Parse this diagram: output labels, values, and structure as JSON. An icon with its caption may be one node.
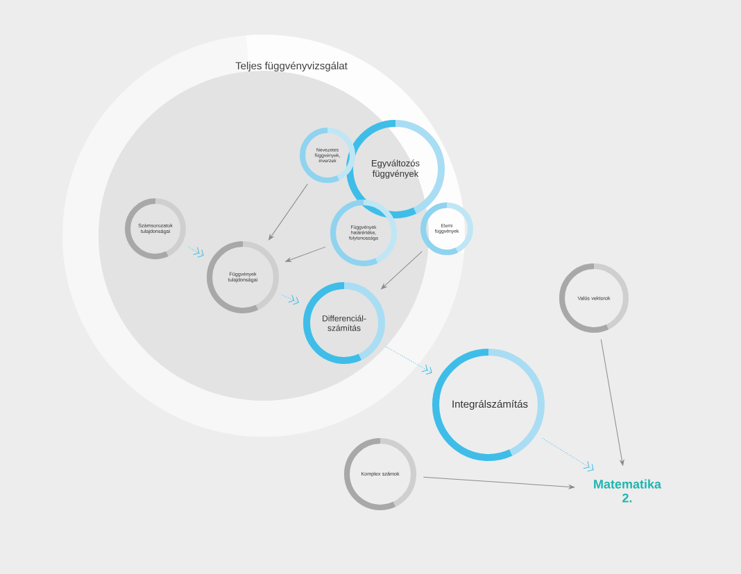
{
  "diagram": {
    "nodes": [
      {
        "text": [
          "Teljes függvényvizsgálat"
        ]
      },
      {
        "text": [
          "Egyváltozós függvények"
        ],
        "in": 0
      },
      {
        "text": [
          "Nevezetes függvények, inverzek"
        ],
        "in": 0
      },
      {
        "text": [
          "Függvények határértéke, folytonossága"
        ],
        "in": 0
      },
      {
        "text": [
          "Elemi függvények"
        ],
        "in": 0
      },
      {
        "text": [
          "Számsorozatok tulajdonságai"
        ],
        "in": 0
      },
      {
        "text": [
          "Függvények tulajdonságai"
        ],
        "in": 0
      },
      {
        "text": [
          "Differenciál-számítás"
        ],
        "in": 0
      },
      {
        "text": [
          "Integrálszámítás"
        ]
      },
      {
        "text": [
          "Valós vektorok"
        ]
      },
      {
        "text": [
          "Komplex számok"
        ]
      },
      {
        "text": [
          "Matematika 2."
        ]
      }
    ],
    "edges": [
      {
        "from": 2,
        "to": 6,
        "arrow": "to"
      },
      {
        "from": 3,
        "to": 6,
        "arrow": "to"
      },
      {
        "from": 4,
        "to": 7,
        "arrow": "to"
      },
      {
        "from": 5,
        "to": 6,
        "arrow": "to",
        "style": "dashed",
        "color": "#3bbde6"
      },
      {
        "from": 6,
        "to": 7,
        "arrow": "to",
        "style": "dashed",
        "color": "#3bbde6"
      },
      {
        "from": 7,
        "to": 8,
        "arrow": "to",
        "style": "dashed",
        "color": "#3bbde6"
      },
      {
        "from": 8,
        "to": 11,
        "arrow": "to",
        "style": "dashed",
        "color": "#3bbde6"
      },
      {
        "from": 9,
        "to": 11,
        "arrow": "to"
      },
      {
        "from": 10,
        "to": 11,
        "arrow": "to"
      }
    ]
  }
}
